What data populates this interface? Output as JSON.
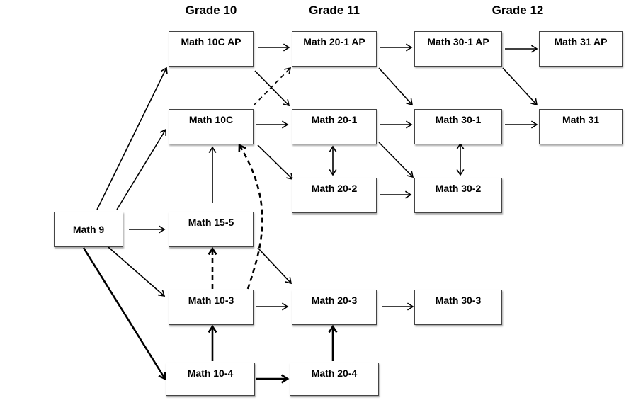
{
  "grades": [
    {
      "id": "g10",
      "label": "Grade 10"
    },
    {
      "id": "g11",
      "label": "Grade 11"
    },
    {
      "id": "g12",
      "label": "Grade 12"
    }
  ],
  "courses": {
    "math9": "Math 9",
    "math10cap": "Math 10C AP",
    "math10c": "Math 10C",
    "math155": "Math 15-5",
    "math103": "Math 10-3",
    "math104": "Math 10-4",
    "math201ap": "Math 20-1 AP",
    "math201": "Math 20-1",
    "math202": "Math 20-2",
    "math203": "Math 20-3",
    "math204": "Math 20-4",
    "math301ap": "Math 30-1 AP",
    "math301": "Math 30-1",
    "math302": "Math 30-2",
    "math303": "Math 30-3",
    "math31ap": "Math 31 AP",
    "math31": "Math 31"
  },
  "connections": [
    {
      "from": "math9",
      "to": "math10cap",
      "style": "solid"
    },
    {
      "from": "math9",
      "to": "math10c",
      "style": "solid"
    },
    {
      "from": "math9",
      "to": "math155",
      "style": "solid"
    },
    {
      "from": "math9",
      "to": "math103",
      "style": "solid"
    },
    {
      "from": "math9",
      "to": "math104",
      "style": "bold"
    },
    {
      "from": "math155",
      "to": "math10c",
      "style": "solid"
    },
    {
      "from": "math103",
      "to": "math155",
      "style": "dashed-bold"
    },
    {
      "from": "math103",
      "to": "math10c",
      "style": "dashed-bold"
    },
    {
      "from": "math104",
      "to": "math103",
      "style": "bold"
    },
    {
      "from": "math104",
      "to": "math204",
      "style": "bold"
    },
    {
      "from": "math204",
      "to": "math203",
      "style": "bold"
    },
    {
      "from": "math10cap",
      "to": "math201ap",
      "style": "solid"
    },
    {
      "from": "math10cap",
      "to": "math201",
      "style": "solid"
    },
    {
      "from": "math10c",
      "to": "math201ap",
      "style": "dashed"
    },
    {
      "from": "math10c",
      "to": "math201",
      "style": "solid"
    },
    {
      "from": "math10c",
      "to": "math202",
      "style": "solid"
    },
    {
      "from": "math201",
      "to": "math202",
      "style": "double"
    },
    {
      "from": "math155",
      "to": "math203",
      "style": "solid"
    },
    {
      "from": "math103",
      "to": "math203",
      "style": "solid"
    },
    {
      "from": "math201ap",
      "to": "math301ap",
      "style": "solid"
    },
    {
      "from": "math201ap",
      "to": "math301",
      "style": "solid"
    },
    {
      "from": "math201",
      "to": "math301",
      "style": "solid"
    },
    {
      "from": "math201",
      "to": "math302",
      "style": "solid"
    },
    {
      "from": "math202",
      "to": "math302",
      "style": "solid"
    },
    {
      "from": "math301",
      "to": "math302",
      "style": "double"
    },
    {
      "from": "math203",
      "to": "math303",
      "style": "solid"
    },
    {
      "from": "math301ap",
      "to": "math31ap",
      "style": "solid"
    },
    {
      "from": "math301ap",
      "to": "math31",
      "style": "solid"
    },
    {
      "from": "math301",
      "to": "math31",
      "style": "solid"
    }
  ]
}
